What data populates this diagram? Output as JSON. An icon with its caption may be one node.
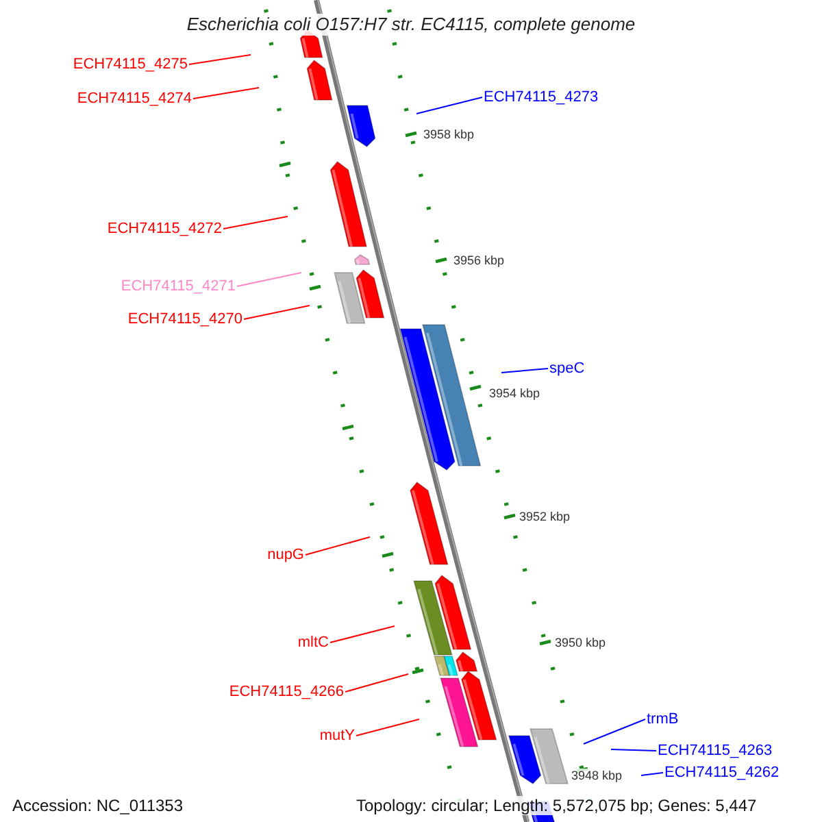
{
  "diagram": {
    "title": "Escherichia coli O157:H7 str. EC4115, complete genome",
    "nodes": [
      {
        "text": [
          "ECH74115_4275"
        ]
      },
      {
        "text": [
          "ECH74115_4274"
        ]
      },
      {
        "text": [
          "ECH74115_4273"
        ]
      },
      {
        "text": [
          "ECH74115_4272"
        ]
      },
      {
        "text": [
          "ECH74115_4271"
        ]
      },
      {
        "text": [
          "ECH74115_4270"
        ]
      },
      {
        "text": [
          "speC"
        ]
      },
      {
        "text": [
          "nupG"
        ]
      },
      {
        "text": [
          "mltC"
        ]
      },
      {
        "text": [
          "ECH74115_4266"
        ]
      },
      {
        "text": [
          "mutY"
        ]
      },
      {
        "text": [
          "trmB"
        ]
      },
      {
        "text": [
          "ECH74115_4263"
        ]
      },
      {
        "text": [
          "ECH74115_4262"
        ]
      }
    ],
    "edges": [
      {
        "from": 0,
        "to": null,
        "arrow": "none"
      },
      {
        "from": 1,
        "to": null,
        "arrow": "none"
      },
      {
        "from": 2,
        "to": null,
        "arrow": "none",
        "color": "#0000ff"
      },
      {
        "from": 3,
        "to": null,
        "arrow": "none"
      },
      {
        "from": 4,
        "to": null,
        "arrow": "none",
        "color": "#ff88c8"
      },
      {
        "from": 5,
        "to": null,
        "arrow": "none"
      },
      {
        "from": 6,
        "to": null,
        "arrow": "none",
        "color": "#0000ff"
      },
      {
        "from": 7,
        "to": null,
        "arrow": "none"
      },
      {
        "from": 8,
        "to": null,
        "arrow": "none"
      },
      {
        "from": 9,
        "to": null,
        "arrow": "none"
      },
      {
        "from": 10,
        "to": null,
        "arrow": "none"
      },
      {
        "from": 11,
        "to": null,
        "arrow": "none",
        "color": "#0000ff"
      },
      {
        "from": 12,
        "to": null,
        "arrow": "none",
        "color": "#0000ff"
      },
      {
        "from": 13,
        "to": null,
        "arrow": "none",
        "color": "#0000ff"
      }
    ],
    "labels": [
      "3958 kbp",
      "3956 kbp",
      "3954 kbp",
      "3952 kbp",
      "3950 kbp",
      "3948 kbp",
      "Accession: NC_011353",
      "Topology: circular; Length: 5,572,075 bp; Genes: 5,447"
    ]
  }
}
